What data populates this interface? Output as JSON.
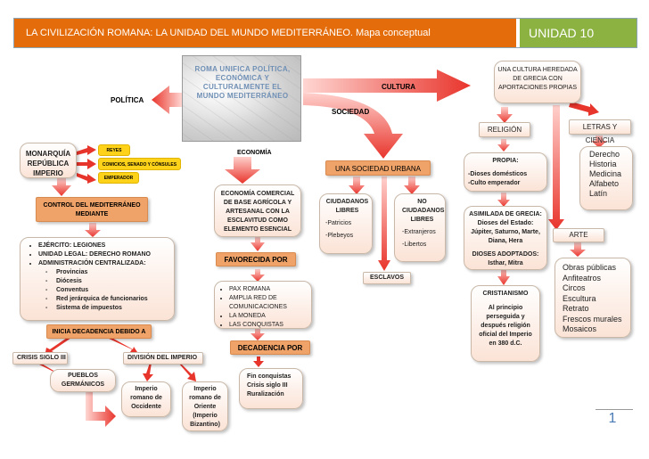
{
  "header": {
    "title": "LA CIVILIZACIÓN ROMANA: LA UNIDAD DEL MUNDO MEDITERRÁNEO. Mapa conceptual",
    "unit": "UNIDAD 10"
  },
  "center": {
    "text": "ROMA UNIFICA POLÍTICA, ECONÓMICA Y CULTURALMENTE EL MUNDO MEDITERRÁNEO"
  },
  "arrow_labels": {
    "politica": "POLÍTICA",
    "cultura": "CULTURA",
    "sociedad": "SOCIEDAD",
    "economia": "ECONOMÍA"
  },
  "politica": {
    "forms": [
      "MONARQUÍA",
      "REPÚBLICA",
      "IMPERIO"
    ],
    "reyes": "REYES",
    "comicios": "COMICIOS, SENADO Y CÓNSULES",
    "emperador": "EMPERADOR",
    "control": "CONTROL DEL MEDITERRÁNEO MEDIANTE",
    "control_items": [
      "EJÉRCITO: LEGIONES",
      "UNIDAD LEGAL: DERECHO ROMANO",
      "ADMINISTRACIÓN CENTRALIZADA:"
    ],
    "admin_subitems": [
      "Provincias",
      "Diócesis",
      "Conventus",
      "Red jerárquica de funcionarios",
      "Sistema de impuestos"
    ],
    "decadencia_label": "INICIA DECADENCIA DEBIDO A",
    "crisis": "CRISIS SIGLO III",
    "division": "DIVISIÓN DEL IMPERIO",
    "pueblos": "PUEBLOS GERMÁNICOS",
    "occidente": "Imperio romano de Occidente",
    "oriente": "Imperio romano de Oriente (Imperio Bizantino)"
  },
  "economia": {
    "desc": "ECONOMÍA COMERCIAL DE BASE AGRÍCOLA Y ARTESANAL CON LA ESCLAVITUD COMO ELEMENTO ESENCIAL",
    "favorecida_label": "FAVORECIDA POR",
    "favorecida_items": [
      "PAX ROMANA",
      "AMPLIA RED DE COMUNICACIONES",
      "LA MONEDA",
      "LAS CONQUISTAS"
    ],
    "decadencia_label": "DECADENCIA POR",
    "decadencia_items": [
      "Fin conquistas",
      "Crisis siglo III",
      "Ruralización"
    ]
  },
  "sociedad": {
    "urbana": "UNA SOCIEDAD URBANA",
    "ciudadanos": "CIUDADANOS LIBRES",
    "ciudadanos_items": [
      "-Patricios",
      "-Plebeyos"
    ],
    "no_ciudadanos": "NO CIUDADANOS LIBRES",
    "no_ciudadanos_items": [
      "-Extranjeros",
      "-Libertos"
    ],
    "esclavos": "ESCLAVOS"
  },
  "cultura": {
    "heredada": "UNA CULTURA HEREDADA DE GRECIA CON APORTACIONES PROPIAS",
    "religion": "RELIGIÓN",
    "propia_title": "PROPIA:",
    "propia_items": [
      "-Dioses domésticos",
      "-Culto emperador"
    ],
    "asimilada_title": "ASIMILADA DE GRECIA:",
    "asimilada_text": "Dioses del Estado: Júpiter, Saturno, Marte, Diana, Hera",
    "adoptados_title": "DIOSES ADOPTADOS:",
    "adoptados_text": "Isthar, Mitra",
    "cristianismo_title": "CRISTIANISMO",
    "cristianismo_text": "Al principio perseguida y después religión oficial del Imperio en 380 d.C.",
    "letras": "LETRAS Y CIENCIA",
    "letras_items": [
      "Derecho",
      "Historia",
      "Medicina",
      "Alfabeto",
      "Latín"
    ],
    "arte": "ARTE",
    "arte_items": [
      "Obras públicas",
      "Anfiteatros",
      "Circos",
      "Escultura",
      "Retrato",
      "Frescos murales",
      "Mosaicos"
    ]
  },
  "page_number": "1",
  "colors": {
    "header_orange": "#e46c0a",
    "header_green": "#8cb342",
    "arrow_red": "#e8352c",
    "box_orange": "#f0a368",
    "box_yellow": "#ffd21a"
  }
}
